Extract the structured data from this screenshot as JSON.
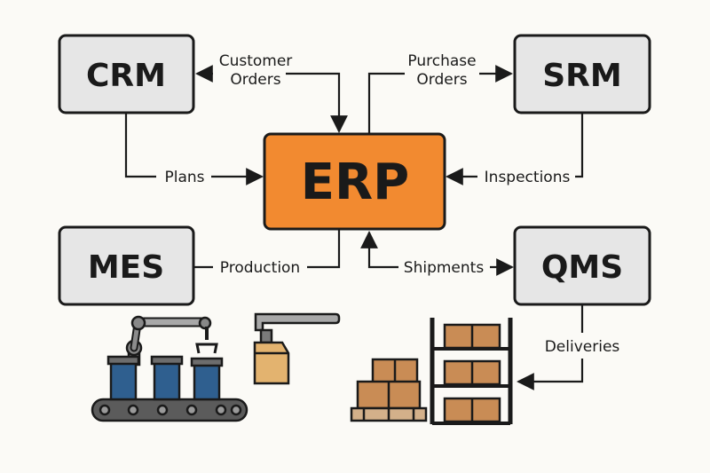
{
  "nodes": {
    "crm": "CRM",
    "srm": "SRM",
    "erp": "ERP",
    "mes": "MES",
    "qms": "QMS"
  },
  "edges": {
    "customer_orders": [
      "Customer",
      "Orders"
    ],
    "purchase_orders": [
      "Purchase",
      "Orders"
    ],
    "plans": "Plans",
    "inspections": "Inspections",
    "production": "Production",
    "shipments": "Shipments",
    "deliveries": "Deliveries"
  },
  "colors": {
    "box_fill": "#e6e6e6",
    "erp_fill": "#f28a30",
    "stroke": "#1a1a1a",
    "conveyor_fill": "#2f5f8f",
    "box_brown": "#c98c55"
  }
}
